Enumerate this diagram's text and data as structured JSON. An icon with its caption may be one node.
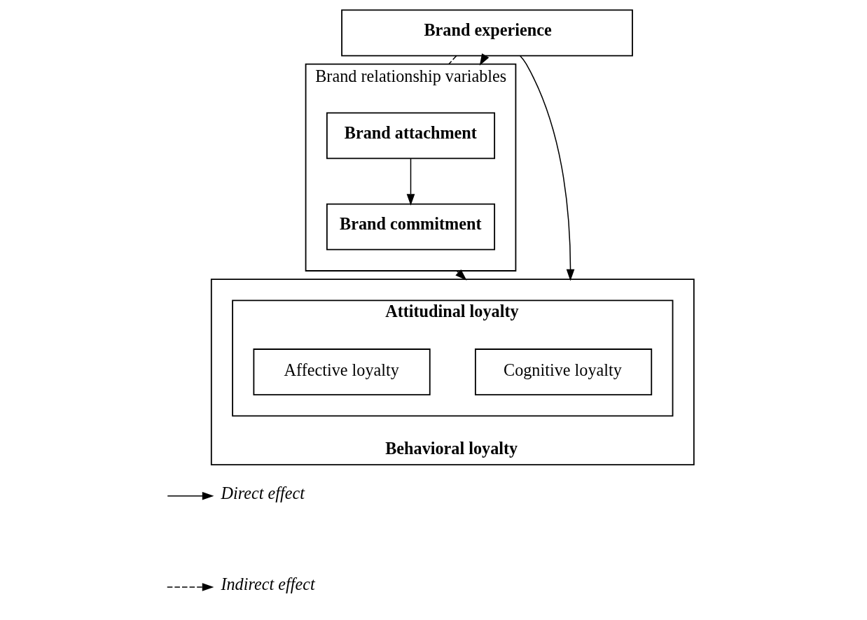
{
  "diagram": {
    "nodes": [
      {
        "text": [
          "Brand experience"
        ]
      },
      {
        "text": [
          "Brand relationship variables"
        ]
      },
      {
        "text": [
          "Brand attachment"
        ],
        "in": 1
      },
      {
        "text": [
          "Brand commitment"
        ],
        "in": 1
      },
      {
        "text": [
          "Behavioral loyalty"
        ]
      },
      {
        "text": [
          "Attitudinal loyalty"
        ],
        "in": 4
      },
      {
        "text": [
          "Cognitive loyalty"
        ],
        "in": 5
      },
      {
        "text": [
          "Affective loyalty"
        ],
        "in": 5
      }
    ],
    "edges": [
      {
        "from": 0,
        "to": 1,
        "arrow": "none",
        "style": "dashed"
      },
      {
        "from": 0,
        "to": 1,
        "arrow": "to"
      },
      {
        "from": 0,
        "to": 4,
        "arrow": "to"
      },
      {
        "from": 2,
        "to": 3,
        "arrow": "to"
      },
      {
        "from": 1,
        "to": 4,
        "arrow": "to",
        "style": "dashed"
      }
    ],
    "legend": [
      {
        "text": "Direct effect"
      },
      {
        "text": "Indirect effect"
      }
    ]
  }
}
